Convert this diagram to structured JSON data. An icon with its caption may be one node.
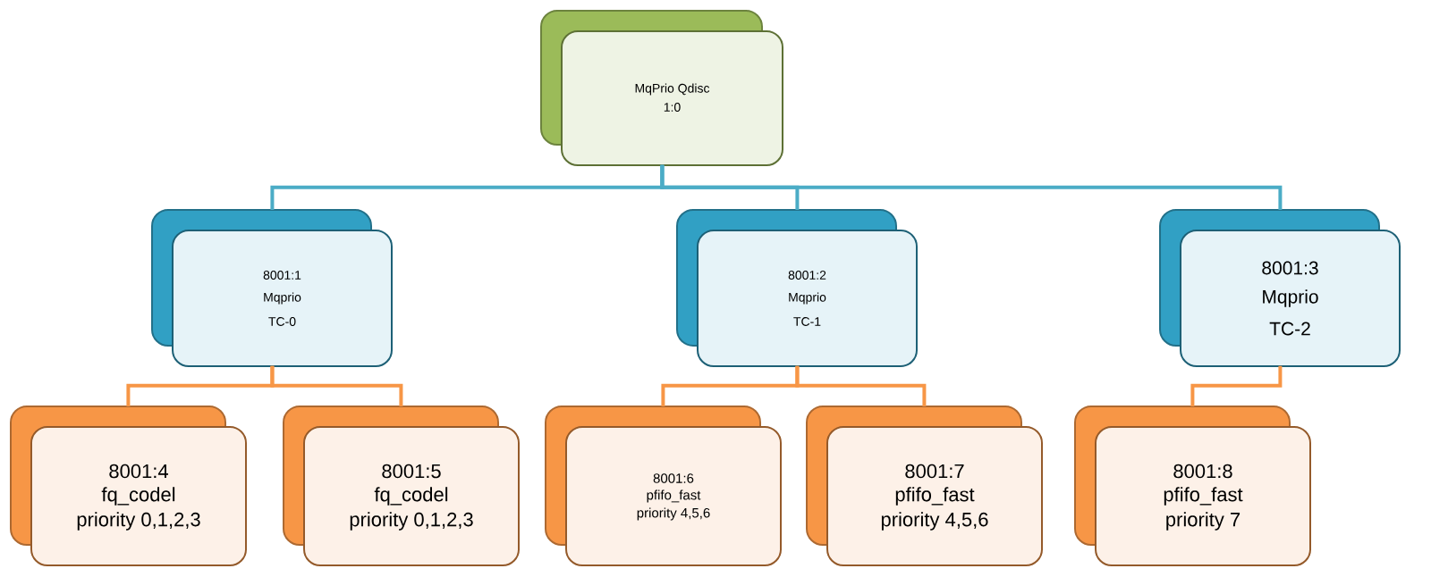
{
  "diagram": {
    "nodes": [
      {
        "text": [
          "MqPrio Qdisc",
          "1:0"
        ]
      },
      {
        "text": [
          "8001:1",
          "Mqprio",
          "TC-0"
        ]
      },
      {
        "text": [
          "8001:2",
          "Mqprio",
          "TC-1"
        ]
      },
      {
        "text": [
          "8001:3",
          "Mqprio",
          "TC-2"
        ]
      },
      {
        "text": [
          "8001:4",
          "fq_codel",
          "priority 0,1,2,3"
        ]
      },
      {
        "text": [
          "8001:5",
          "fq_codel",
          "priority 0,1,2,3"
        ]
      },
      {
        "text": [
          "8001:6",
          "pfifo_fast",
          "priority 4,5,6"
        ]
      },
      {
        "text": [
          "8001:7",
          "pfifo_fast",
          "priority 4,5,6"
        ]
      },
      {
        "text": [
          "8001:8",
          "pfifo_fast",
          "priority 7"
        ]
      }
    ],
    "edges": [
      {
        "from": 0,
        "to": 1,
        "arrow": "none",
        "color": "#4bacc6"
      },
      {
        "from": 0,
        "to": 2,
        "arrow": "none",
        "color": "#4bacc6"
      },
      {
        "from": 0,
        "to": 3,
        "arrow": "none",
        "color": "#4bacc6"
      },
      {
        "from": 1,
        "to": 4,
        "arrow": "none"
      },
      {
        "from": 1,
        "to": 5,
        "arrow": "none"
      },
      {
        "from": 2,
        "to": 6,
        "arrow": "none"
      },
      {
        "from": 2,
        "to": 7,
        "arrow": "none"
      },
      {
        "from": 3,
        "to": 8,
        "arrow": "none"
      }
    ]
  }
}
